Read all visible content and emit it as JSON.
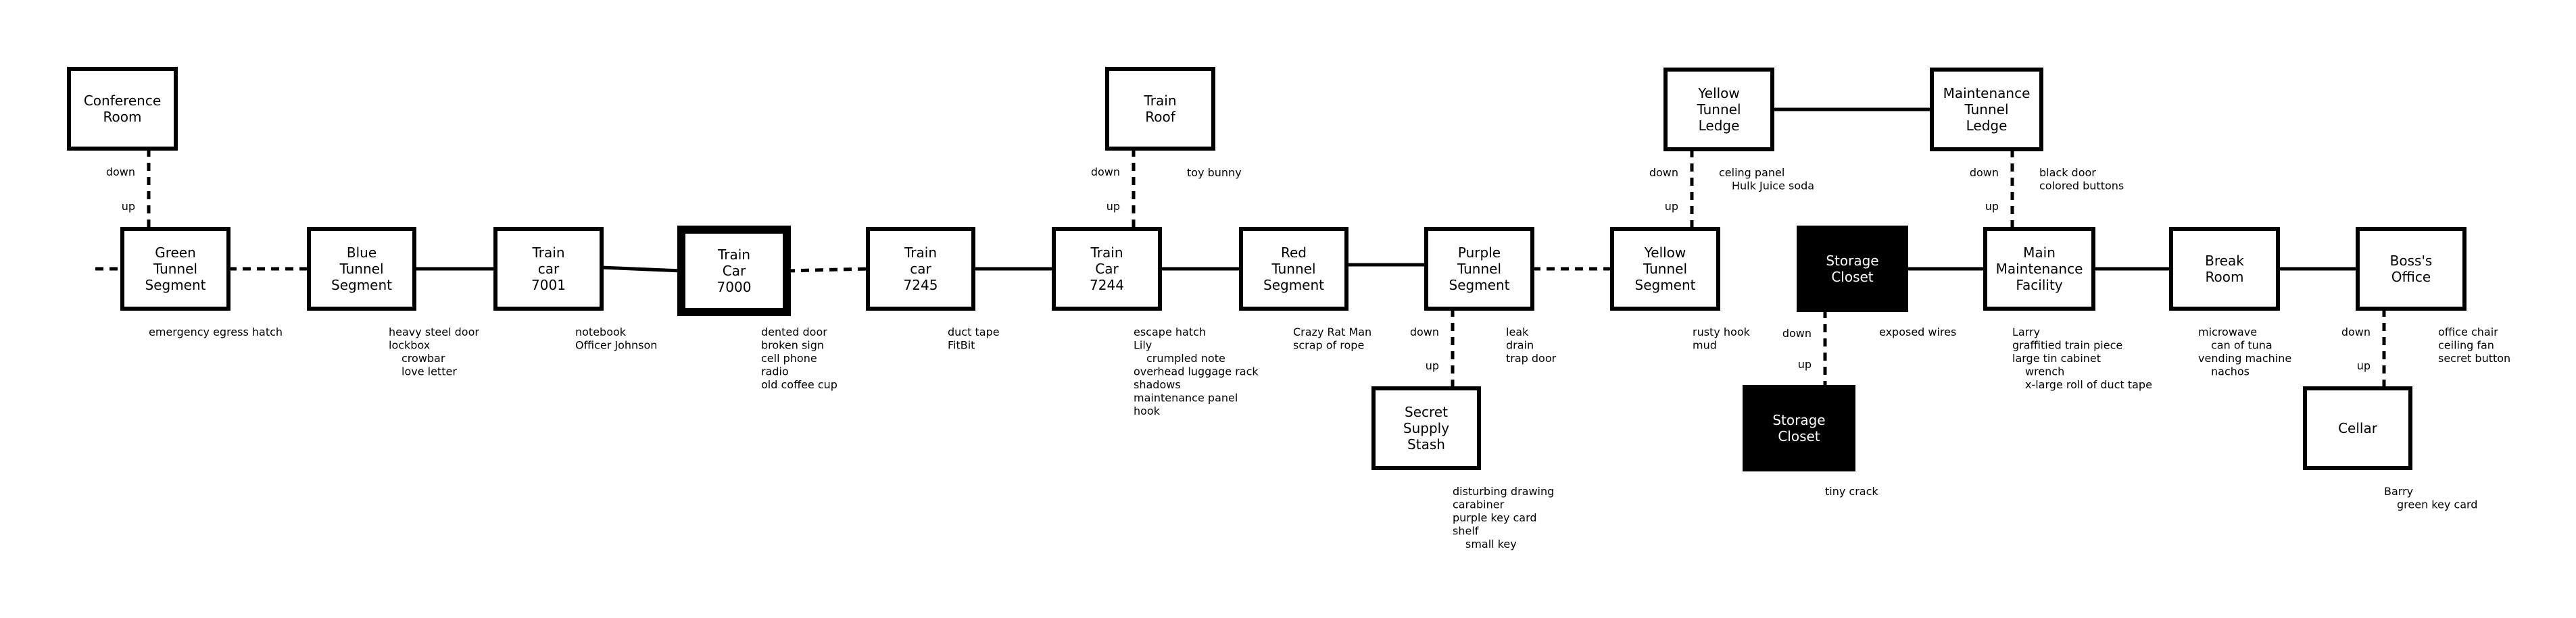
{
  "map": {
    "title": "",
    "rooms": [
      {
        "id": "conference-room",
        "lines": [
          "Conference",
          "Room"
        ],
        "style": "normal",
        "items": []
      },
      {
        "id": "green-tunnel-segment",
        "lines": [
          "Green",
          "Tunnel",
          "Segment"
        ],
        "style": "normal",
        "items": [
          {
            "text": "emergency egress hatch",
            "indent": 0
          }
        ]
      },
      {
        "id": "blue-tunnel-segment",
        "lines": [
          "Blue",
          "Tunnel",
          "Segment"
        ],
        "style": "normal",
        "items": [
          {
            "text": "heavy steel door",
            "indent": 0
          },
          {
            "text": "lockbox",
            "indent": 0
          },
          {
            "text": "crowbar",
            "indent": 1
          },
          {
            "text": "love letter",
            "indent": 1
          }
        ]
      },
      {
        "id": "train-car-7001",
        "lines": [
          "Train",
          "car",
          "7001"
        ],
        "style": "normal",
        "items": [
          {
            "text": "notebook",
            "indent": 0
          },
          {
            "text": "Officer Johnson",
            "indent": 0
          }
        ]
      },
      {
        "id": "train-car-7000",
        "lines": [
          "Train",
          "Car",
          "7000"
        ],
        "style": "current",
        "items": [
          {
            "text": "dented door",
            "indent": 0
          },
          {
            "text": "broken sign",
            "indent": 0
          },
          {
            "text": "cell phone",
            "indent": 0
          },
          {
            "text": "radio",
            "indent": 0
          },
          {
            "text": "old coffee cup",
            "indent": 0
          }
        ]
      },
      {
        "id": "train-car-7245",
        "lines": [
          "Train",
          "car",
          "7245"
        ],
        "style": "normal",
        "items": [
          {
            "text": "duct tape",
            "indent": 0
          },
          {
            "text": "FitBit",
            "indent": 0
          }
        ]
      },
      {
        "id": "train-roof",
        "lines": [
          "Train",
          "Roof"
        ],
        "style": "normal",
        "items": [
          {
            "text": "toy bunny",
            "indent": 0
          }
        ]
      },
      {
        "id": "train-car-7244",
        "lines": [
          "Train",
          "Car",
          "7244"
        ],
        "style": "normal",
        "items": [
          {
            "text": "escape hatch",
            "indent": 0
          },
          {
            "text": "Lily",
            "indent": 0
          },
          {
            "text": "crumpled note",
            "indent": 1
          },
          {
            "text": "overhead luggage rack",
            "indent": 0
          },
          {
            "text": "shadows",
            "indent": 0
          },
          {
            "text": "maintenance panel",
            "indent": 0
          },
          {
            "text": "hook",
            "indent": 0
          }
        ]
      },
      {
        "id": "red-tunnel-segment",
        "lines": [
          "Red",
          "Tunnel",
          "Segment"
        ],
        "style": "normal",
        "items": [
          {
            "text": "Crazy Rat Man",
            "indent": 0
          },
          {
            "text": "scrap of rope",
            "indent": 0
          }
        ]
      },
      {
        "id": "purple-tunnel-segment",
        "lines": [
          "Purple",
          "Tunnel",
          "Segment"
        ],
        "style": "normal",
        "items": [
          {
            "text": "leak",
            "indent": 0
          },
          {
            "text": "drain",
            "indent": 0
          },
          {
            "text": "trap door",
            "indent": 0
          }
        ]
      },
      {
        "id": "secret-supply-stash",
        "lines": [
          "Secret",
          "Supply",
          "Stash"
        ],
        "style": "normal",
        "items": [
          {
            "text": "disturbing drawing",
            "indent": 0
          },
          {
            "text": "carabiner",
            "indent": 0
          },
          {
            "text": "purple key card",
            "indent": 0
          },
          {
            "text": "shelf",
            "indent": 0
          },
          {
            "text": "small key",
            "indent": 1
          }
        ]
      },
      {
        "id": "yellow-tunnel-ledge",
        "lines": [
          "Yellow",
          "Tunnel",
          "Ledge"
        ],
        "style": "normal",
        "items": [
          {
            "text": "celing panel",
            "indent": 0
          },
          {
            "text": "Hulk Juice soda",
            "indent": 1
          }
        ]
      },
      {
        "id": "yellow-tunnel-segment",
        "lines": [
          "Yellow",
          "Tunnel",
          "Segment"
        ],
        "style": "normal",
        "items": [
          {
            "text": "rusty hook",
            "indent": 0
          },
          {
            "text": "mud",
            "indent": 0
          }
        ]
      },
      {
        "id": "storage-closet-upper",
        "lines": [
          "Storage",
          "Closet"
        ],
        "style": "dark",
        "items": [
          {
            "text": "exposed wires",
            "indent": 0
          }
        ]
      },
      {
        "id": "storage-closet-lower",
        "lines": [
          "Storage",
          "Closet"
        ],
        "style": "dark",
        "items": [
          {
            "text": "tiny crack",
            "indent": 0
          }
        ]
      },
      {
        "id": "maintenance-tunnel-ledge",
        "lines": [
          "Maintenance",
          "Tunnel",
          "Ledge"
        ],
        "style": "normal",
        "items": [
          {
            "text": "black door",
            "indent": 0
          },
          {
            "text": "colored buttons",
            "indent": 0
          }
        ]
      },
      {
        "id": "main-maintenance-facility",
        "lines": [
          "Main",
          "Maintenance",
          "Facility"
        ],
        "style": "normal",
        "items": [
          {
            "text": "Larry",
            "indent": 0
          },
          {
            "text": "graffitied train piece",
            "indent": 0
          },
          {
            "text": "large tin cabinet",
            "indent": 0
          },
          {
            "text": "wrench",
            "indent": 1
          },
          {
            "text": "x-large roll of duct tape",
            "indent": 1
          }
        ]
      },
      {
        "id": "break-room",
        "lines": [
          "Break",
          "Room"
        ],
        "style": "normal",
        "items": [
          {
            "text": "microwave",
            "indent": 0
          },
          {
            "text": "can of tuna",
            "indent": 1
          },
          {
            "text": "vending machine",
            "indent": 0
          },
          {
            "text": "nachos",
            "indent": 1
          }
        ]
      },
      {
        "id": "bosss-office",
        "lines": [
          "Boss's",
          "Office"
        ],
        "style": "normal",
        "items": [
          {
            "text": "office chair",
            "indent": 0
          },
          {
            "text": "ceiling fan",
            "indent": 0
          },
          {
            "text": "secret button",
            "indent": 0
          }
        ]
      },
      {
        "id": "cellar",
        "lines": [
          "Cellar"
        ],
        "style": "normal",
        "items": [
          {
            "text": "Barry",
            "indent": 0
          },
          {
            "text": "green key card",
            "indent": 1
          }
        ]
      }
    ],
    "connections": [
      {
        "from": "conference-room",
        "to": "green-tunnel-segment",
        "kind": "dashed",
        "labels": [
          "down",
          "up"
        ]
      },
      {
        "from": "offmap-west",
        "to": "green-tunnel-segment",
        "kind": "dashed",
        "labels": []
      },
      {
        "from": "green-tunnel-segment",
        "to": "blue-tunnel-segment",
        "kind": "dashed",
        "labels": []
      },
      {
        "from": "blue-tunnel-segment",
        "to": "train-car-7001",
        "kind": "solid",
        "labels": []
      },
      {
        "from": "train-car-7001",
        "to": "train-car-7000",
        "kind": "solid",
        "labels": []
      },
      {
        "from": "train-car-7000",
        "to": "train-car-7245",
        "kind": "dashed",
        "labels": []
      },
      {
        "from": "train-car-7245",
        "to": "train-car-7244",
        "kind": "solid",
        "labels": []
      },
      {
        "from": "train-roof",
        "to": "train-car-7244",
        "kind": "dashed",
        "labels": [
          "down",
          "up"
        ]
      },
      {
        "from": "train-car-7244",
        "to": "red-tunnel-segment",
        "kind": "solid",
        "labels": []
      },
      {
        "from": "red-tunnel-segment",
        "to": "purple-tunnel-segment",
        "kind": "solid",
        "labels": []
      },
      {
        "from": "purple-tunnel-segment",
        "to": "secret-supply-stash",
        "kind": "dashed",
        "labels": [
          "down",
          "up"
        ]
      },
      {
        "from": "purple-tunnel-segment",
        "to": "yellow-tunnel-segment",
        "kind": "dashed",
        "labels": []
      },
      {
        "from": "yellow-tunnel-ledge",
        "to": "yellow-tunnel-segment",
        "kind": "dashed",
        "labels": [
          "down",
          "up"
        ]
      },
      {
        "from": "yellow-tunnel-ledge",
        "to": "maintenance-tunnel-ledge",
        "kind": "solid",
        "labels": []
      },
      {
        "from": "maintenance-tunnel-ledge",
        "to": "main-maintenance-facility",
        "kind": "dashed",
        "labels": [
          "down",
          "up"
        ]
      },
      {
        "from": "storage-closet-upper",
        "to": "storage-closet-lower",
        "kind": "dashed",
        "labels": [
          "down",
          "up"
        ]
      },
      {
        "from": "storage-closet-upper",
        "to": "main-maintenance-facility",
        "kind": "solid",
        "labels": []
      },
      {
        "from": "main-maintenance-facility",
        "to": "break-room",
        "kind": "solid",
        "labels": []
      },
      {
        "from": "break-room",
        "to": "bosss-office",
        "kind": "solid",
        "labels": []
      },
      {
        "from": "bosss-office",
        "to": "cellar",
        "kind": "dashed",
        "labels": [
          "down",
          "up"
        ]
      }
    ],
    "colors": {
      "ink": "#000000",
      "background": "#ffffff",
      "dark_room_text": "#ffffff"
    }
  }
}
